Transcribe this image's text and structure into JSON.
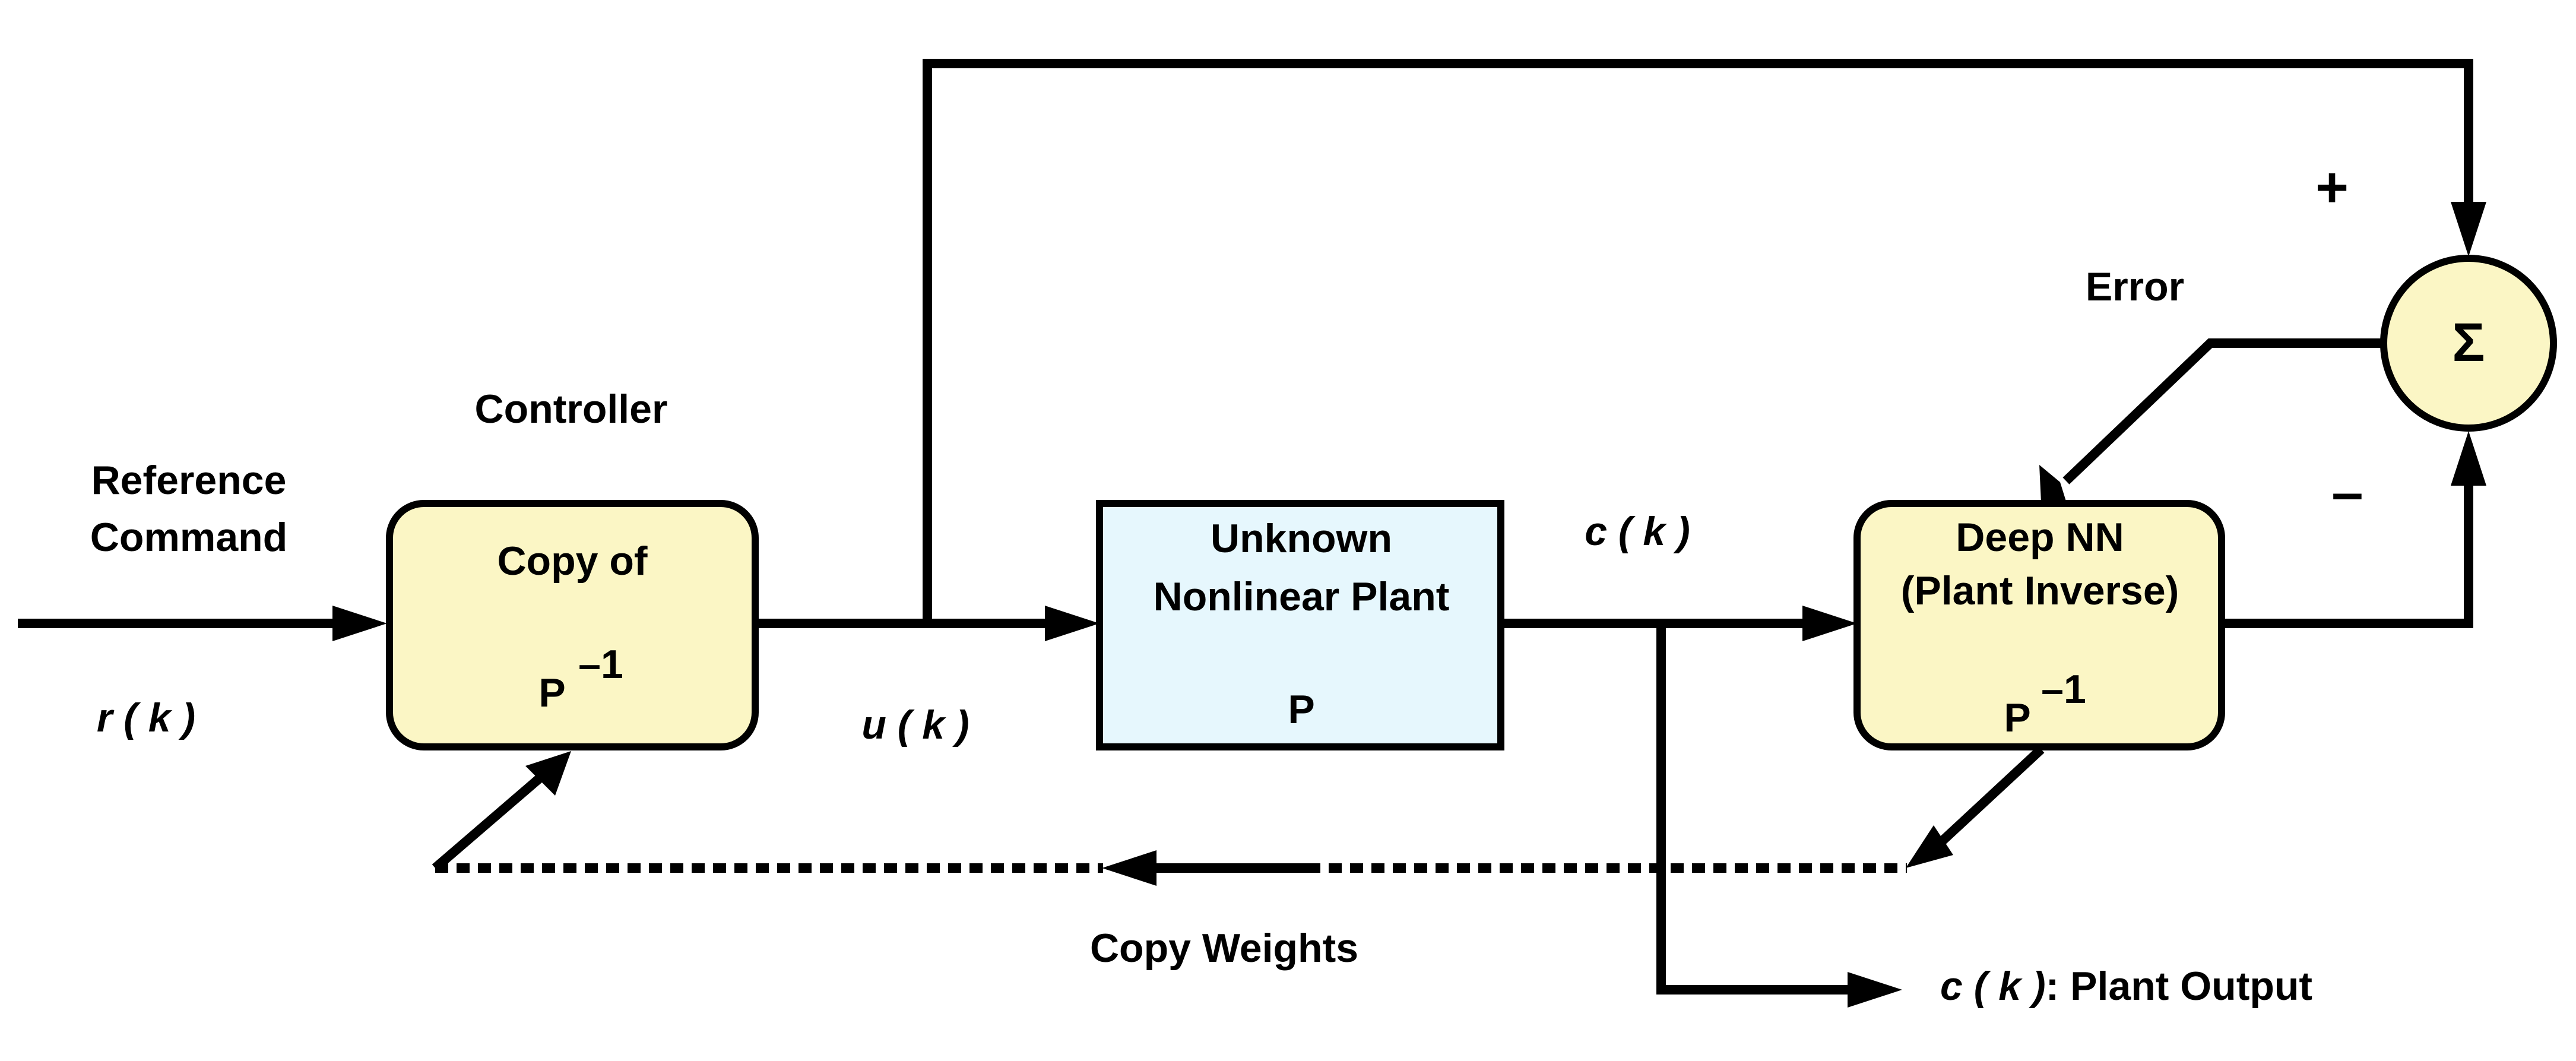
{
  "labels": {
    "controller": "Controller",
    "reference_line1": "Reference",
    "reference_line2": "Command",
    "r_k": "r ( k )",
    "u_k": "u ( k )",
    "c_k": "c ( k )",
    "error": "Error",
    "plus": "+",
    "minus": "–",
    "copy_weights": "Copy Weights",
    "output_ck": "c ( k )",
    "output_suffix": ": Plant Output"
  },
  "blocks": {
    "controller": {
      "line1": "Copy of",
      "symbol": "P",
      "exponent": "–1",
      "fill": "#fbf6c5"
    },
    "plant": {
      "line1": "Unknown",
      "line2": "Nonlinear Plant",
      "symbol": "P",
      "fill": "#e6f7fd"
    },
    "deepnn": {
      "line1": "Deep NN",
      "line2": "(Plant Inverse)",
      "symbol": "P",
      "exponent": "–1",
      "fill": "#fbf6c5"
    },
    "sum": {
      "symbol": "Σ",
      "fill": "#fbf6c5"
    }
  }
}
